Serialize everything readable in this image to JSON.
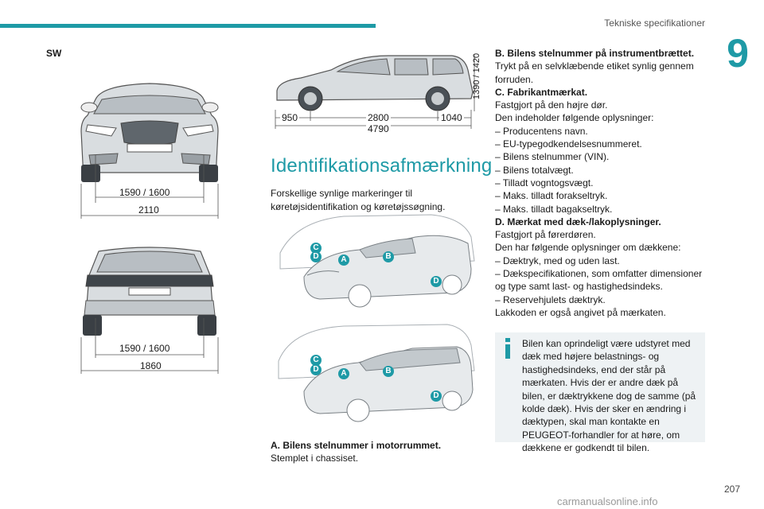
{
  "header": {
    "title": "Tekniske specifikationer",
    "chapter": "9",
    "page_number": "207"
  },
  "watermark": "carmanualsonline.info",
  "section_label": "SW",
  "front_view": {
    "track": "1590 / 1600",
    "width": "2110"
  },
  "rear_view": {
    "track": "1590 / 1600",
    "width": "1860"
  },
  "side_view": {
    "height": "1390 / 1420",
    "front_overhang": "950",
    "wheelbase": "2800",
    "rear_overhang": "1040",
    "length": "4790"
  },
  "identification": {
    "heading": "Identifikationsafmærkning",
    "intro": "Forskellige synlige markeringer til køretøjsidentifikation og køretøjssøgning.",
    "markers": {
      "a": "A",
      "b": "B",
      "c": "C",
      "d": "D"
    },
    "item_a_title": "A. Bilens stelnummer i motorrummet.",
    "item_a_text": "Stemplet i chassiset."
  },
  "right_column": {
    "b_title": "B. Bilens stelnummer på instrumentbrættet.",
    "b_text": "Trykt på en selvklæbende etiket synlig gennem forruden.",
    "c_title": "C. Fabrikantmærkat.",
    "c_text1": "Fastgjort på den højre dør.",
    "c_text2": "Den indeholder følgende oplysninger:",
    "c_list": [
      "– Producentens navn.",
      "– EU-typegodkendelsesnummeret.",
      "– Bilens stelnummer (VIN).",
      "– Bilens totalvægt.",
      "– Tilladt vogntogsvægt.",
      "– Maks. tilladt forakseltryk.",
      "– Maks. tilladt bagakseltryk."
    ],
    "d_title": "D. Mærkat med dæk-/lakoplysninger.",
    "d_text1": "Fastgjort på førerdøren.",
    "d_text2": "Den har følgende oplysninger om dækkene:",
    "d_list": [
      "– Dæktryk, med og uden last.",
      "– Dækspecifikationen, som omfatter dimensioner og type samt last- og hastighedsindeks.",
      "– Reservehjulets dæktryk."
    ],
    "d_text3": "Lakkoden er også angivet på mærkaten."
  },
  "note": {
    "text": "Bilen kan oprindeligt være udstyret med dæk med højere belastnings- og hastighedsindeks, end der står på mærkaten. Hvis der er andre dæk på bilen, er dæktrykkene dog de samme (på kolde dæk). Hvis der sker en ændring i dæktypen, skal man kontakte en PEUGEOT-forhandler for at høre, om dækkene er godkendt til bilen."
  },
  "colors": {
    "accent": "#1e9aa6",
    "note_bg": "#eef2f4",
    "drawing": "#5a6066",
    "car_fill": "#d9dde0"
  }
}
